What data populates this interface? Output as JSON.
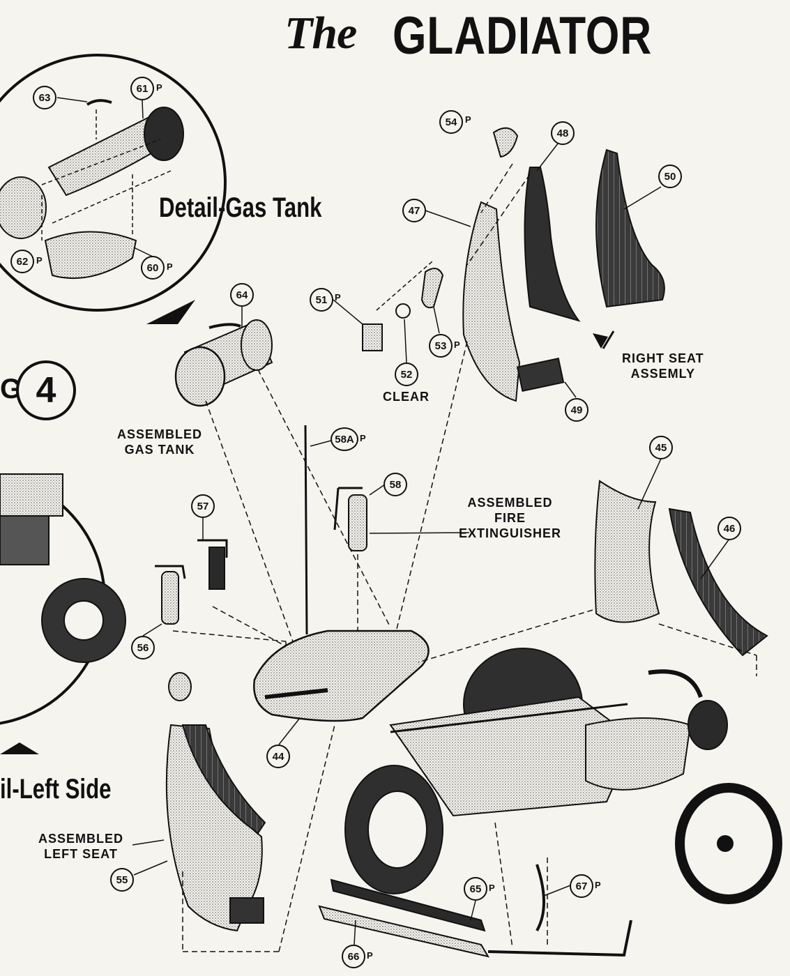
{
  "title": {
    "prefix": "The",
    "main": "GLADIATOR"
  },
  "figure_number": "4",
  "figure_prefix": "G.",
  "detail_labels": {
    "gas_tank": "Detail-Gas Tank",
    "left_side": "il-Left Side"
  },
  "captions": {
    "assembled_gas_tank": [
      "ASSEMBLED",
      "GAS TANK"
    ],
    "assembled_fire_extinguisher": [
      "ASSEMBLED",
      "FIRE",
      "EXTINGUISHER"
    ],
    "right_seat_assembly": [
      "RIGHT SEAT",
      "ASSEMLY"
    ],
    "assembled_left_seat": [
      "ASSEMBLED",
      "LEFT SEAT"
    ],
    "clear": "CLEAR"
  },
  "parts": [
    {
      "id": "63",
      "suffix": ""
    },
    {
      "id": "61",
      "suffix": "P"
    },
    {
      "id": "62",
      "suffix": "P"
    },
    {
      "id": "60",
      "suffix": "P"
    },
    {
      "id": "64",
      "suffix": ""
    },
    {
      "id": "54",
      "suffix": "P"
    },
    {
      "id": "48",
      "suffix": ""
    },
    {
      "id": "50",
      "suffix": ""
    },
    {
      "id": "47",
      "suffix": ""
    },
    {
      "id": "51",
      "suffix": "P"
    },
    {
      "id": "52",
      "suffix": ""
    },
    {
      "id": "53",
      "suffix": "P"
    },
    {
      "id": "49",
      "suffix": ""
    },
    {
      "id": "58A",
      "suffix": "P"
    },
    {
      "id": "58",
      "suffix": ""
    },
    {
      "id": "57",
      "suffix": ""
    },
    {
      "id": "56",
      "suffix": ""
    },
    {
      "id": "45",
      "suffix": ""
    },
    {
      "id": "46",
      "suffix": ""
    },
    {
      "id": "44",
      "suffix": ""
    },
    {
      "id": "55",
      "suffix": ""
    },
    {
      "id": "65",
      "suffix": "P"
    },
    {
      "id": "67",
      "suffix": "P"
    },
    {
      "id": "66",
      "suffix": "P"
    }
  ],
  "colors": {
    "ink": "#111111",
    "paper": "#f6f4ef",
    "shade": "#9a9a9a",
    "dark": "#2a2a2a"
  }
}
